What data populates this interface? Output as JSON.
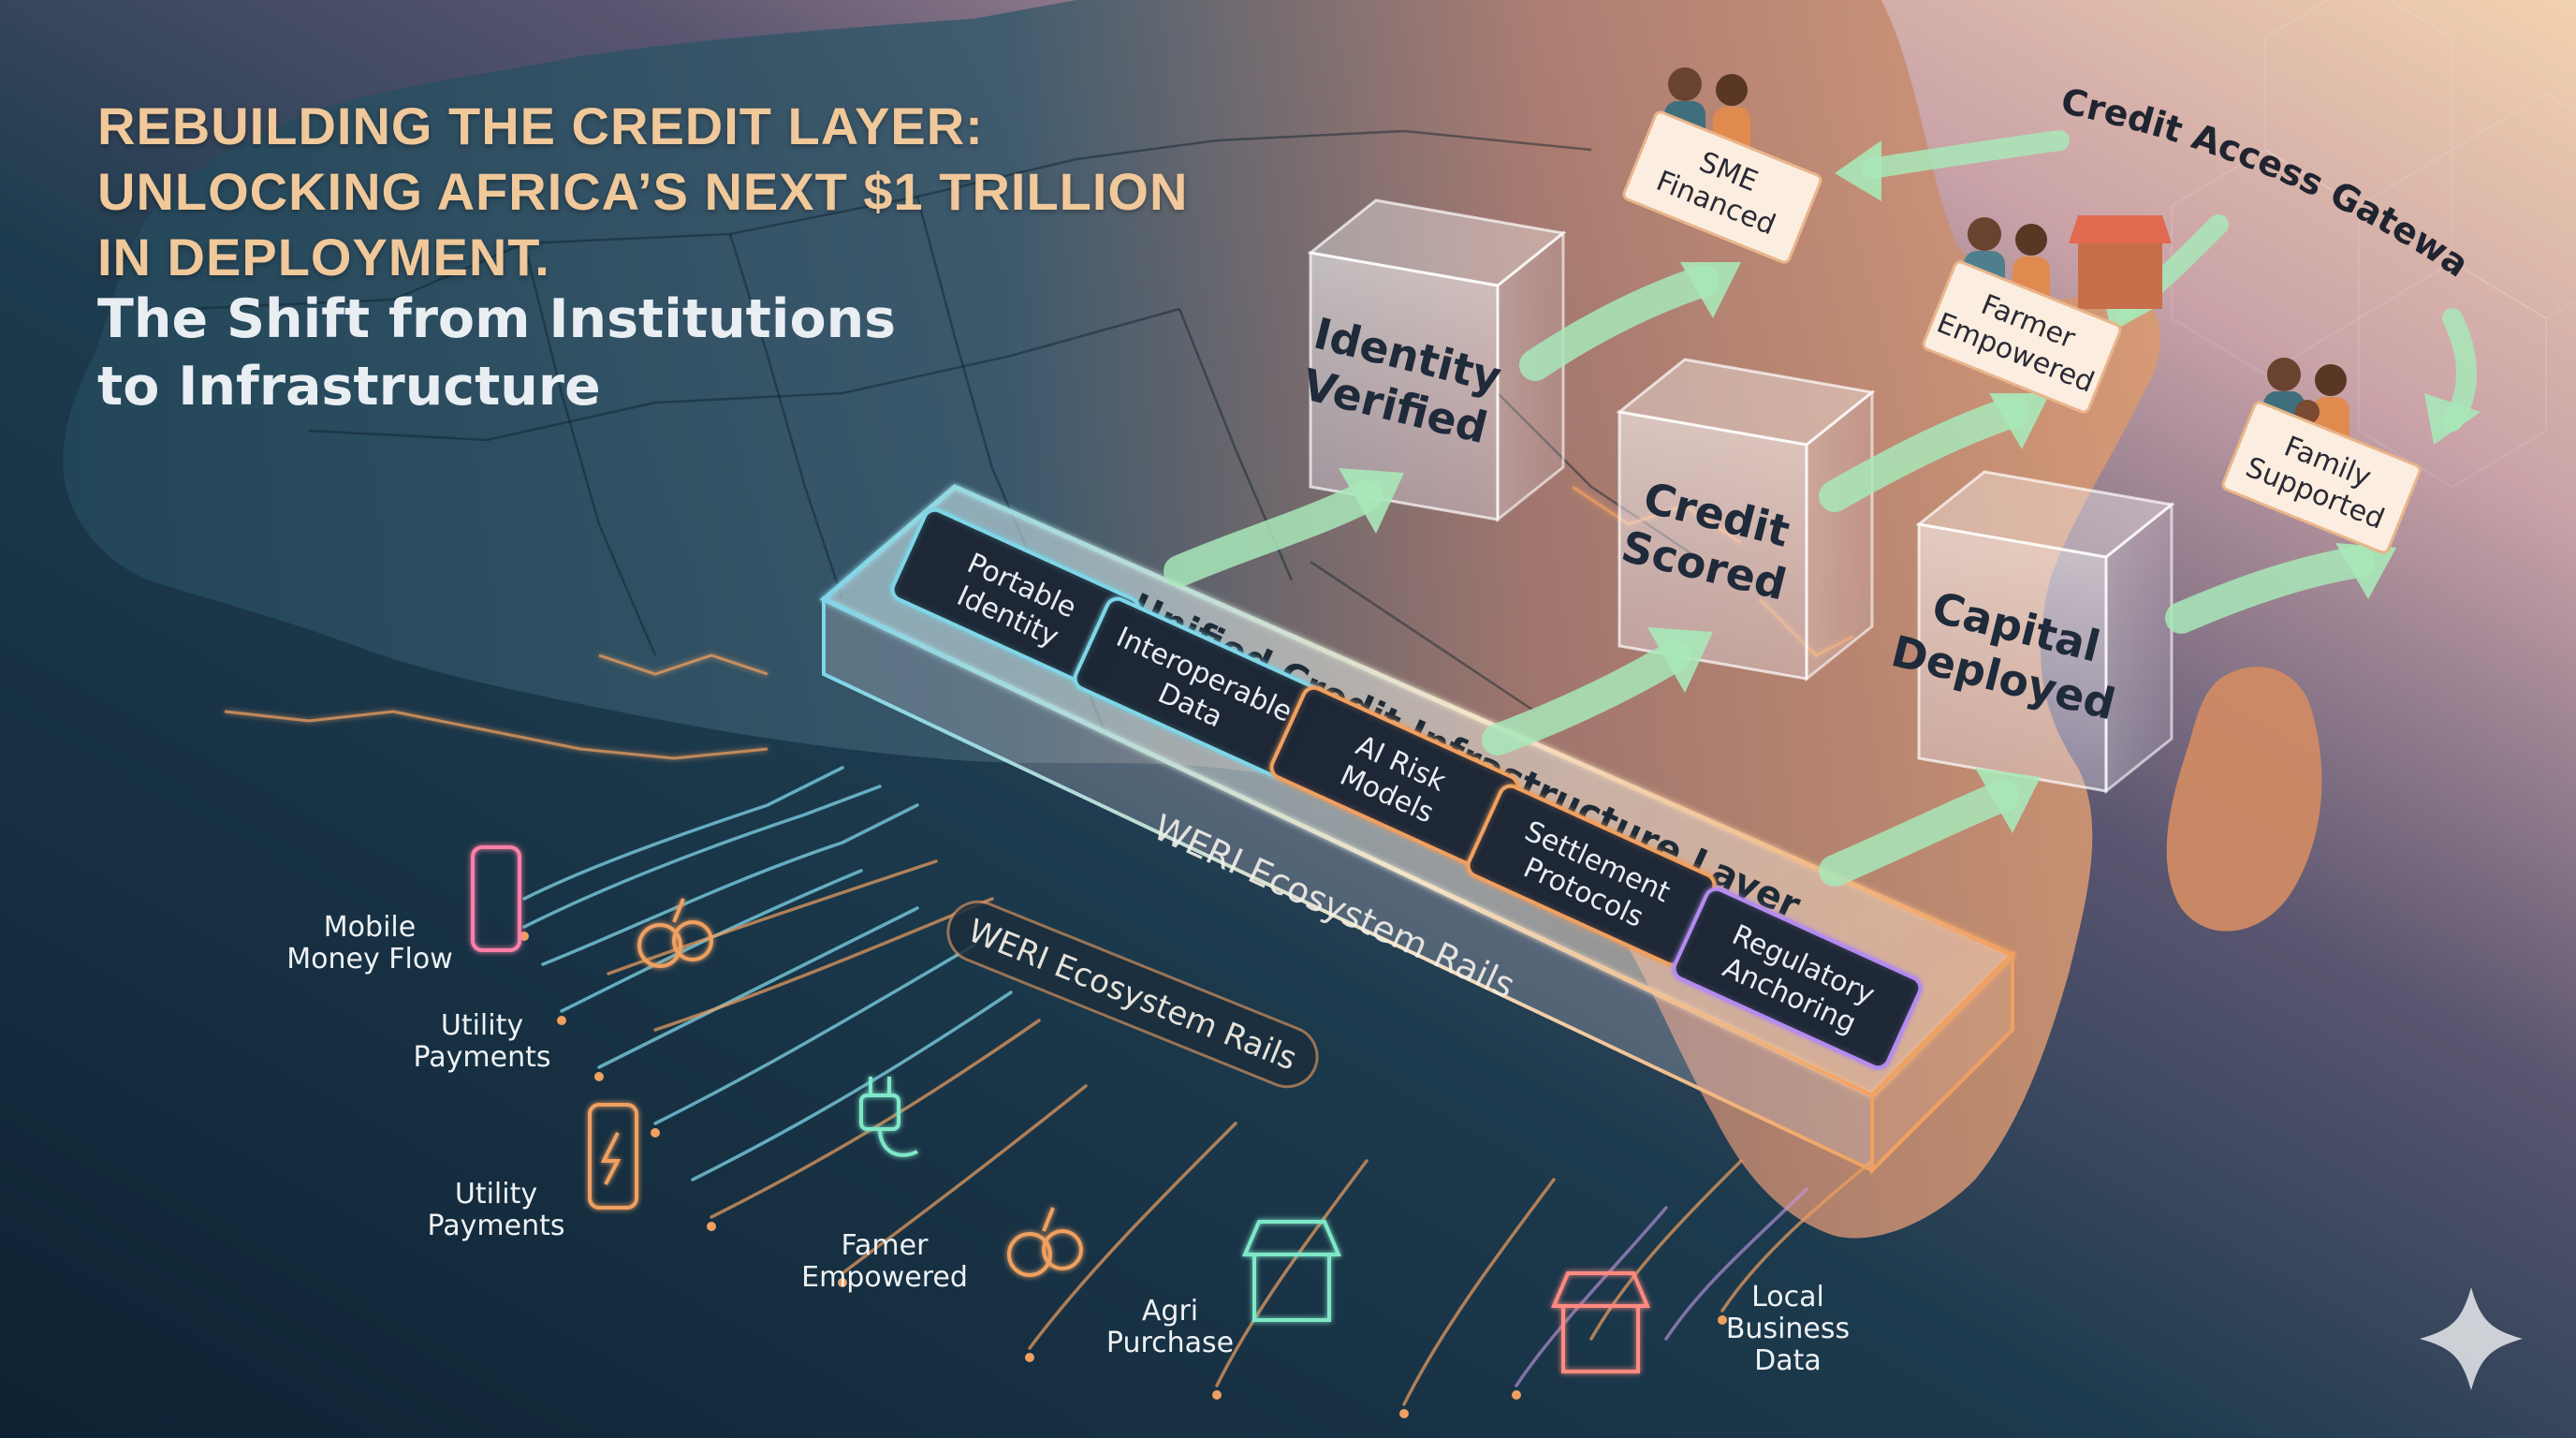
{
  "headline": {
    "lines": [
      "REBUILDING THE CREDIT LAYER:",
      "UNLOCKING AFRICA’S NEXT $1 TRILLION",
      "IN DEPLOYMENT."
    ]
  },
  "subhead": {
    "lines": [
      "The Shift from Institutions",
      "to Infrastructure"
    ]
  },
  "platform": {
    "title": "Unified Credit Infrastructure Layer",
    "rails_top": "WERI Ecosystem Rails",
    "rails_bottom": "WERI Ecosystem Rails",
    "modules": [
      {
        "lines": [
          "Portable",
          "Identity"
        ],
        "glow": "#7fd6e8"
      },
      {
        "lines": [
          "Interoperable",
          "Data"
        ],
        "glow": "#7fd6e8"
      },
      {
        "lines": [
          "AI Risk",
          "Models"
        ],
        "glow": "#f0a060"
      },
      {
        "lines": [
          "Settlement",
          "Protocols"
        ],
        "glow": "#f0a060"
      },
      {
        "lines": [
          "Regulatory",
          "Anchoring"
        ],
        "glow": "#b48cf0"
      }
    ]
  },
  "stages": [
    {
      "lines": [
        "Identity",
        "Verified"
      ]
    },
    {
      "lines": [
        "Credit",
        "Scored"
      ]
    },
    {
      "lines": [
        "Capital",
        "Deployed"
      ]
    }
  ],
  "outcomes": [
    {
      "lines": [
        "SME",
        "Financed"
      ]
    },
    {
      "lines": [
        "Farmer",
        "Empowered"
      ]
    },
    {
      "lines": [
        "Family",
        "Supported"
      ]
    }
  ],
  "gateways_label": "Credit Access Gateways",
  "data_sources": [
    {
      "lines": [
        "Mobile",
        "Money Flow"
      ],
      "icon": "mobile-phone-icon"
    },
    {
      "lines": [
        "Utility",
        "Payments"
      ],
      "icon": "fruit-icon"
    },
    {
      "lines": [
        "Utility",
        "Payments"
      ],
      "icon": "charging-phone-icon"
    },
    {
      "lines": [
        "Famer",
        "Empowered"
      ],
      "icon": "vegetables-icon"
    },
    {
      "lines": [
        "Agri",
        "Purchase"
      ],
      "icon": "market-stall-icon"
    },
    {
      "lines": [
        "Local",
        "Business",
        "Data"
      ],
      "icon": "shop-icon"
    }
  ],
  "decor_icons": [
    "power-plug-icon",
    "sparkle-icon"
  ],
  "colors": {
    "headline": "#f0c89a",
    "subhead": "#e9eef2",
    "arrow": "#a8e8b8",
    "cyan_glow": "#7fd6e8",
    "orange_glow": "#f0a060",
    "purple_glow": "#b48cf0",
    "land": "#c98a66",
    "sky_dark": "#142a3c",
    "sky_light": "#f3d2ae"
  }
}
